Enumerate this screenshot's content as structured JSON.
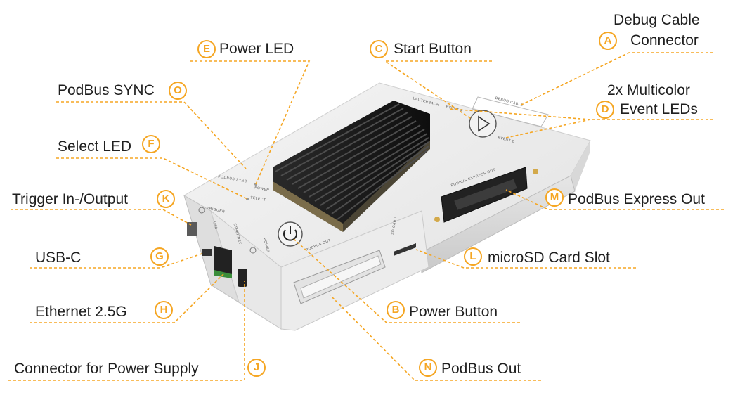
{
  "accent_color": "#f5a623",
  "callouts": [
    {
      "key": "A",
      "letter": "A",
      "label": "Debug Cable Connector",
      "label_line1": "Debug Cable",
      "label_line2": "Connector"
    },
    {
      "key": "B",
      "letter": "B",
      "label": "Power Button"
    },
    {
      "key": "C",
      "letter": "C",
      "label": "Start Button"
    },
    {
      "key": "D",
      "letter": "D",
      "label": "2x Multicolor Event LEDs",
      "label_line1": "2x Multicolor",
      "label_line2": "Event LEDs"
    },
    {
      "key": "E",
      "letter": "E",
      "label": "Power LED"
    },
    {
      "key": "F",
      "letter": "F",
      "label": "Select LED"
    },
    {
      "key": "G",
      "letter": "G",
      "label": "USB-C"
    },
    {
      "key": "H",
      "letter": "H",
      "label": "Ethernet 2.5G"
    },
    {
      "key": "J",
      "letter": "J",
      "label": "Connector for Power Supply"
    },
    {
      "key": "K",
      "letter": "K",
      "label": "Trigger In-/Output"
    },
    {
      "key": "L",
      "letter": "L",
      "label": "microSD Card Slot"
    },
    {
      "key": "M",
      "letter": "M",
      "label": "PodBus Express Out"
    },
    {
      "key": "N",
      "letter": "N",
      "label": "PodBus Out"
    },
    {
      "key": "O",
      "letter": "O",
      "label": "PodBus SYNC"
    }
  ],
  "device_print": {
    "brand": "LAUTERBACH",
    "podbus_sync": "PODBUS SYNC",
    "power": "POWER",
    "select": "SELECT",
    "trigger": "TRIGGER",
    "usb": "USB",
    "ethernet": "ETHERNET",
    "power_in": "POWER",
    "podbus_out": "PODBUS OUT",
    "sd_card": "SD CARD",
    "podbus_express_out": "PODBUS EXPRESS OUT",
    "event_a": "EVENT A",
    "event_b": "EVENT B",
    "debug_cable": "DEBUG CABLE"
  }
}
